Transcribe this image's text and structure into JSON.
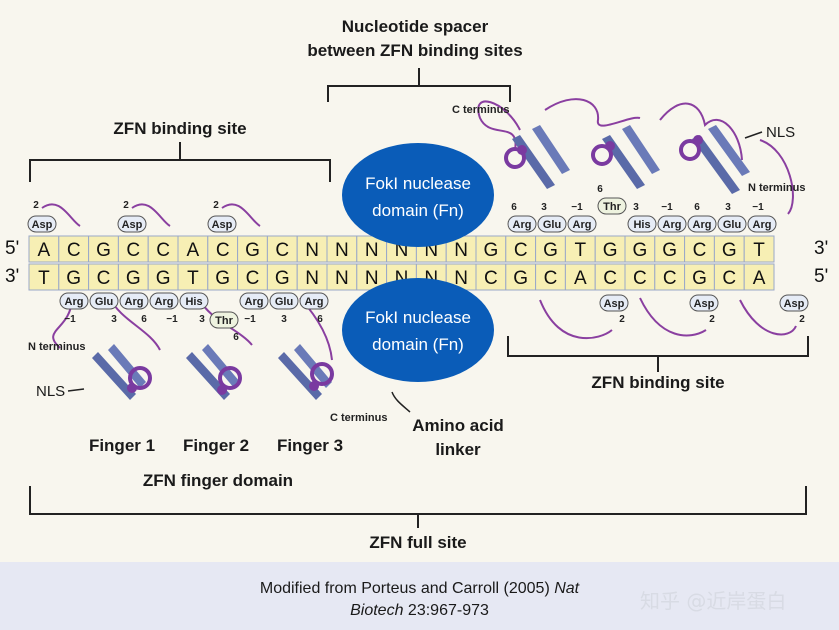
{
  "labels": {
    "spacer_line1": "Nucleotide spacer",
    "spacer_line2": "between ZFN binding sites",
    "left_site": "ZFN binding site",
    "right_site": "ZFN binding site",
    "fok_top_line1": "FokI nuclease",
    "fok_top_line2": "domain (Fn)",
    "fok_bot_line1": "FokI nuclease",
    "fok_bot_line2": "domain (Fn)",
    "linker_line1": "Amino acid",
    "linker_line2": "linker",
    "finger1": "Finger 1",
    "finger2": "Finger 2",
    "finger3": "Finger 3",
    "finger_domain": "ZFN finger domain",
    "full_site": "ZFN full site",
    "c_term_top": "C terminus",
    "n_term_right": "N terminus",
    "n_term_left": "N terminus",
    "c_term_bottom": "C terminus",
    "nls_right": "NLS",
    "nls_left": "NLS"
  },
  "dna": {
    "top_prime_left": "5'",
    "top_prime_right": "3'",
    "bottom_prime_left": "3'",
    "bottom_prime_right": "5'",
    "top_strand": [
      "A",
      "C",
      "G",
      "C",
      "C",
      "A",
      "C",
      "G",
      "C",
      "N",
      "N",
      "N",
      "N",
      "N",
      "N",
      "G",
      "C",
      "G",
      "T",
      "G",
      "G",
      "G",
      "C",
      "G",
      "T"
    ],
    "bottom_strand": [
      "T",
      "G",
      "C",
      "G",
      "G",
      "T",
      "G",
      "C",
      "G",
      "N",
      "N",
      "N",
      "N",
      "N",
      "N",
      "C",
      "G",
      "C",
      "A",
      "C",
      "C",
      "C",
      "G",
      "C",
      "A"
    ]
  },
  "residues_top": [
    {
      "name": "Asp",
      "num": "2"
    },
    {
      "name": "Asp",
      "num": "2"
    },
    {
      "name": "Asp",
      "num": "2"
    },
    {
      "name": "Arg",
      "num": "6"
    },
    {
      "name": "Glu",
      "num": "3"
    },
    {
      "name": "Arg",
      "num": "−1"
    },
    {
      "name": "Thr",
      "num": "6"
    },
    {
      "name": "His",
      "num": "3"
    },
    {
      "name": "Arg",
      "num": "−1"
    },
    {
      "name": "Arg",
      "num": "6"
    },
    {
      "name": "Glu",
      "num": "3"
    },
    {
      "name": "Arg",
      "num": "−1"
    }
  ],
  "residues_bottom": [
    {
      "name": "Arg",
      "num": "−1"
    },
    {
      "name": "Glu",
      "num": "3"
    },
    {
      "name": "Arg",
      "num": "6"
    },
    {
      "name": "Arg",
      "num": "−1"
    },
    {
      "name": "His",
      "num": "3"
    },
    {
      "name": "Thr",
      "num": "6"
    },
    {
      "name": "Arg",
      "num": "−1"
    },
    {
      "name": "Glu",
      "num": "3"
    },
    {
      "name": "Arg",
      "num": "6"
    },
    {
      "name": "Asp",
      "num": "2"
    },
    {
      "name": "Asp",
      "num": "2"
    },
    {
      "name": "Asp",
      "num": "2"
    }
  ],
  "citation": {
    "line1_prefix": "Modified from Porteus and Carroll (2005) ",
    "line1_italic": "Nat",
    "line2_italic": "Biotech",
    "line2_suffix": " 23:967-973"
  },
  "watermark": "知乎 @近岸蛋白",
  "colors": {
    "dna_box": "#f7efb4",
    "dna_border": "#9aa8c8",
    "fok": "#0a5cb8",
    "protein_loop": "#8a3fa0",
    "helix": "#7a3aa0",
    "strand_arrow": "#5a6aa8"
  }
}
